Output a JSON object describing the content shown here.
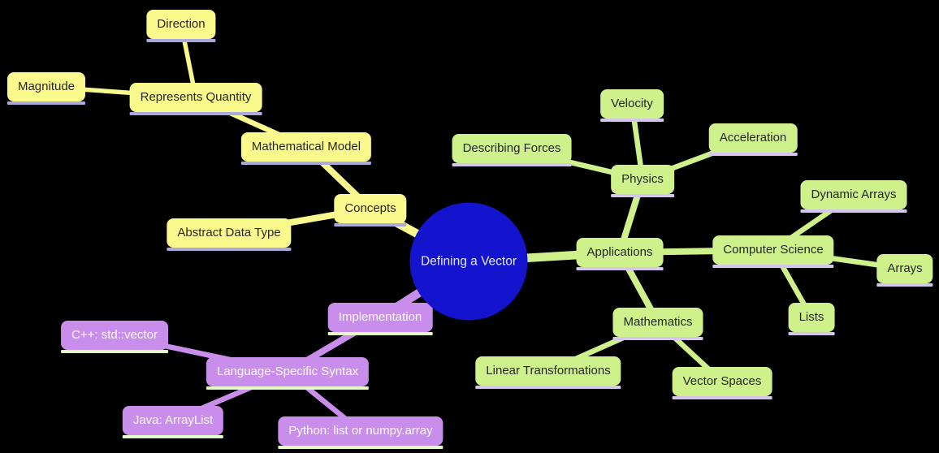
{
  "mindmap": {
    "type": "mindmap",
    "background_color": "#000000",
    "nodes": {
      "root": "Defining a Vector",
      "concepts": "Concepts",
      "mathematical_model": "Mathematical Model",
      "represents_quantity": "Represents Quantity",
      "direction": "Direction",
      "magnitude": "Magnitude",
      "abstract_data_type": "Abstract Data Type",
      "applications": "Applications",
      "physics": "Physics",
      "velocity": "Velocity",
      "acceleration": "Acceleration",
      "describing_forces": "Describing Forces",
      "computer_science": "Computer Science",
      "dynamic_arrays": "Dynamic Arrays",
      "arrays": "Arrays",
      "lists": "Lists",
      "mathematics": "Mathematics",
      "linear_transformations": "Linear Transformations",
      "vector_spaces": "Vector Spaces",
      "implementation": "Implementation",
      "language_specific_syntax": "Language-Specific Syntax",
      "cpp": "C++: std::vector",
      "java": "Java: ArrayList",
      "python": "Python: list or numpy.array"
    },
    "root_style": {
      "fill": "#1414CE",
      "text_color": "#E8E8FA",
      "shape": "circle"
    },
    "branches": {
      "concepts": {
        "color": "#FAFA8C",
        "underline": "#AAAADF",
        "text_color": "#262626"
      },
      "applications": {
        "color": "#CEF18B",
        "underline": "#D6C6EE",
        "text_color": "#262626"
      },
      "implementation": {
        "color": "#C98DEC",
        "underline": "#E3F8C4",
        "text_color": "#FDFBFF"
      }
    },
    "hierarchy": {
      "root": "Defining a Vector",
      "children": [
        {
          "label": "Concepts",
          "children": [
            {
              "label": "Mathematical Model",
              "children": [
                {
                  "label": "Represents Quantity",
                  "children": [
                    {
                      "label": "Direction"
                    },
                    {
                      "label": "Magnitude"
                    }
                  ]
                }
              ]
            },
            {
              "label": "Abstract Data Type"
            }
          ]
        },
        {
          "label": "Applications",
          "children": [
            {
              "label": "Physics",
              "children": [
                {
                  "label": "Velocity"
                },
                {
                  "label": "Acceleration"
                },
                {
                  "label": "Describing Forces"
                }
              ]
            },
            {
              "label": "Computer Science",
              "children": [
                {
                  "label": "Dynamic Arrays"
                },
                {
                  "label": "Arrays"
                },
                {
                  "label": "Lists"
                }
              ]
            },
            {
              "label": "Mathematics",
              "children": [
                {
                  "label": "Linear Transformations"
                },
                {
                  "label": "Vector Spaces"
                }
              ]
            }
          ]
        },
        {
          "label": "Implementation",
          "children": [
            {
              "label": "Language-Specific Syntax",
              "children": [
                {
                  "label": "C++: std::vector"
                },
                {
                  "label": "Java: ArrayList"
                },
                {
                  "label": "Python: list or numpy.array"
                }
              ]
            }
          ]
        }
      ]
    },
    "edges": [
      {
        "from": "root",
        "to": "concepts",
        "branch": "concepts",
        "depth": 1
      },
      {
        "from": "concepts",
        "to": "mathematical_model",
        "branch": "concepts",
        "depth": 2
      },
      {
        "from": "concepts",
        "to": "abstract_data_type",
        "branch": "concepts",
        "depth": 2
      },
      {
        "from": "mathematical_model",
        "to": "represents_quantity",
        "branch": "concepts",
        "depth": 3
      },
      {
        "from": "represents_quantity",
        "to": "direction",
        "branch": "concepts",
        "depth": 4
      },
      {
        "from": "represents_quantity",
        "to": "magnitude",
        "branch": "concepts",
        "depth": 4
      },
      {
        "from": "root",
        "to": "applications",
        "branch": "applications",
        "depth": 1
      },
      {
        "from": "applications",
        "to": "physics",
        "branch": "applications",
        "depth": 2
      },
      {
        "from": "physics",
        "to": "velocity",
        "branch": "applications",
        "depth": 3
      },
      {
        "from": "physics",
        "to": "acceleration",
        "branch": "applications",
        "depth": 3
      },
      {
        "from": "physics",
        "to": "describing_forces",
        "branch": "applications",
        "depth": 3
      },
      {
        "from": "applications",
        "to": "computer_science",
        "branch": "applications",
        "depth": 2
      },
      {
        "from": "computer_science",
        "to": "dynamic_arrays",
        "branch": "applications",
        "depth": 3
      },
      {
        "from": "computer_science",
        "to": "arrays",
        "branch": "applications",
        "depth": 3
      },
      {
        "from": "computer_science",
        "to": "lists",
        "branch": "applications",
        "depth": 3
      },
      {
        "from": "applications",
        "to": "mathematics",
        "branch": "applications",
        "depth": 2
      },
      {
        "from": "mathematics",
        "to": "linear_transformations",
        "branch": "applications",
        "depth": 3
      },
      {
        "from": "mathematics",
        "to": "vector_spaces",
        "branch": "applications",
        "depth": 3
      },
      {
        "from": "root",
        "to": "implementation",
        "branch": "implementation",
        "depth": 1
      },
      {
        "from": "implementation",
        "to": "language_specific_syntax",
        "branch": "implementation",
        "depth": 2
      },
      {
        "from": "language_specific_syntax",
        "to": "cpp",
        "branch": "implementation",
        "depth": 3
      },
      {
        "from": "language_specific_syntax",
        "to": "java",
        "branch": "implementation",
        "depth": 3
      },
      {
        "from": "language_specific_syntax",
        "to": "python",
        "branch": "implementation",
        "depth": 3
      }
    ]
  }
}
